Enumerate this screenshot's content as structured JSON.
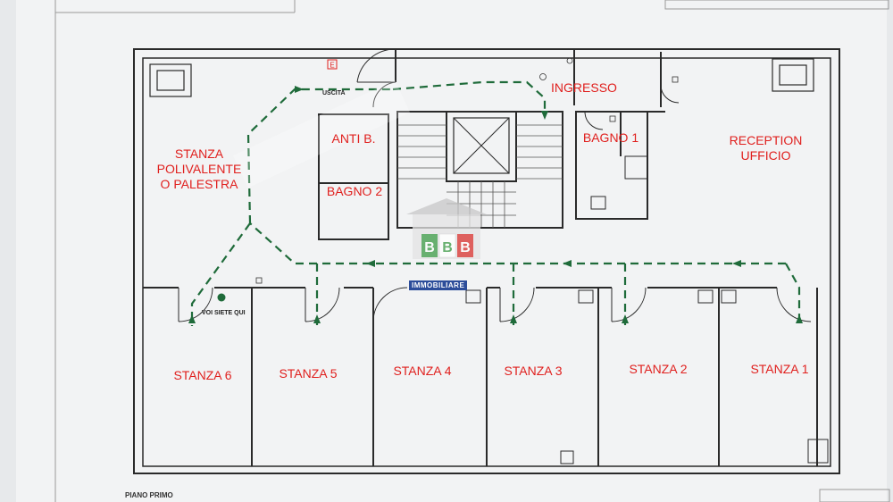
{
  "plan": {
    "floor_caption": "PIANO PRIMO",
    "exit_label": "USCITA",
    "you_are_here": "VOI SIETE QUI",
    "exit_sign": "E",
    "watermark": "IMMOBILIARE"
  },
  "rooms": [
    {
      "id": "palestra",
      "label": "STANZA\nPOLIVALENTE\nO PALESTRA"
    },
    {
      "id": "antib",
      "label": "ANTI B."
    },
    {
      "id": "bagno2",
      "label": "BAGNO 2"
    },
    {
      "id": "ingresso",
      "label": "INGRESSO"
    },
    {
      "id": "bagno1",
      "label": "BAGNO 1"
    },
    {
      "id": "reception",
      "label": "RECEPTION\nUFFICIO"
    },
    {
      "id": "stanza6",
      "label": "STANZA 6"
    },
    {
      "id": "stanza5",
      "label": "STANZA 5"
    },
    {
      "id": "stanza4",
      "label": "STANZA 4"
    },
    {
      "id": "stanza3",
      "label": "STANZA 3"
    },
    {
      "id": "stanza2",
      "label": "STANZA 2"
    },
    {
      "id": "stanza1",
      "label": "STANZA 1"
    }
  ],
  "colors": {
    "paper": "#f4f5f6",
    "wall": "#2a2a2a",
    "route": "#1f6b3a",
    "label": "#e0201e"
  }
}
